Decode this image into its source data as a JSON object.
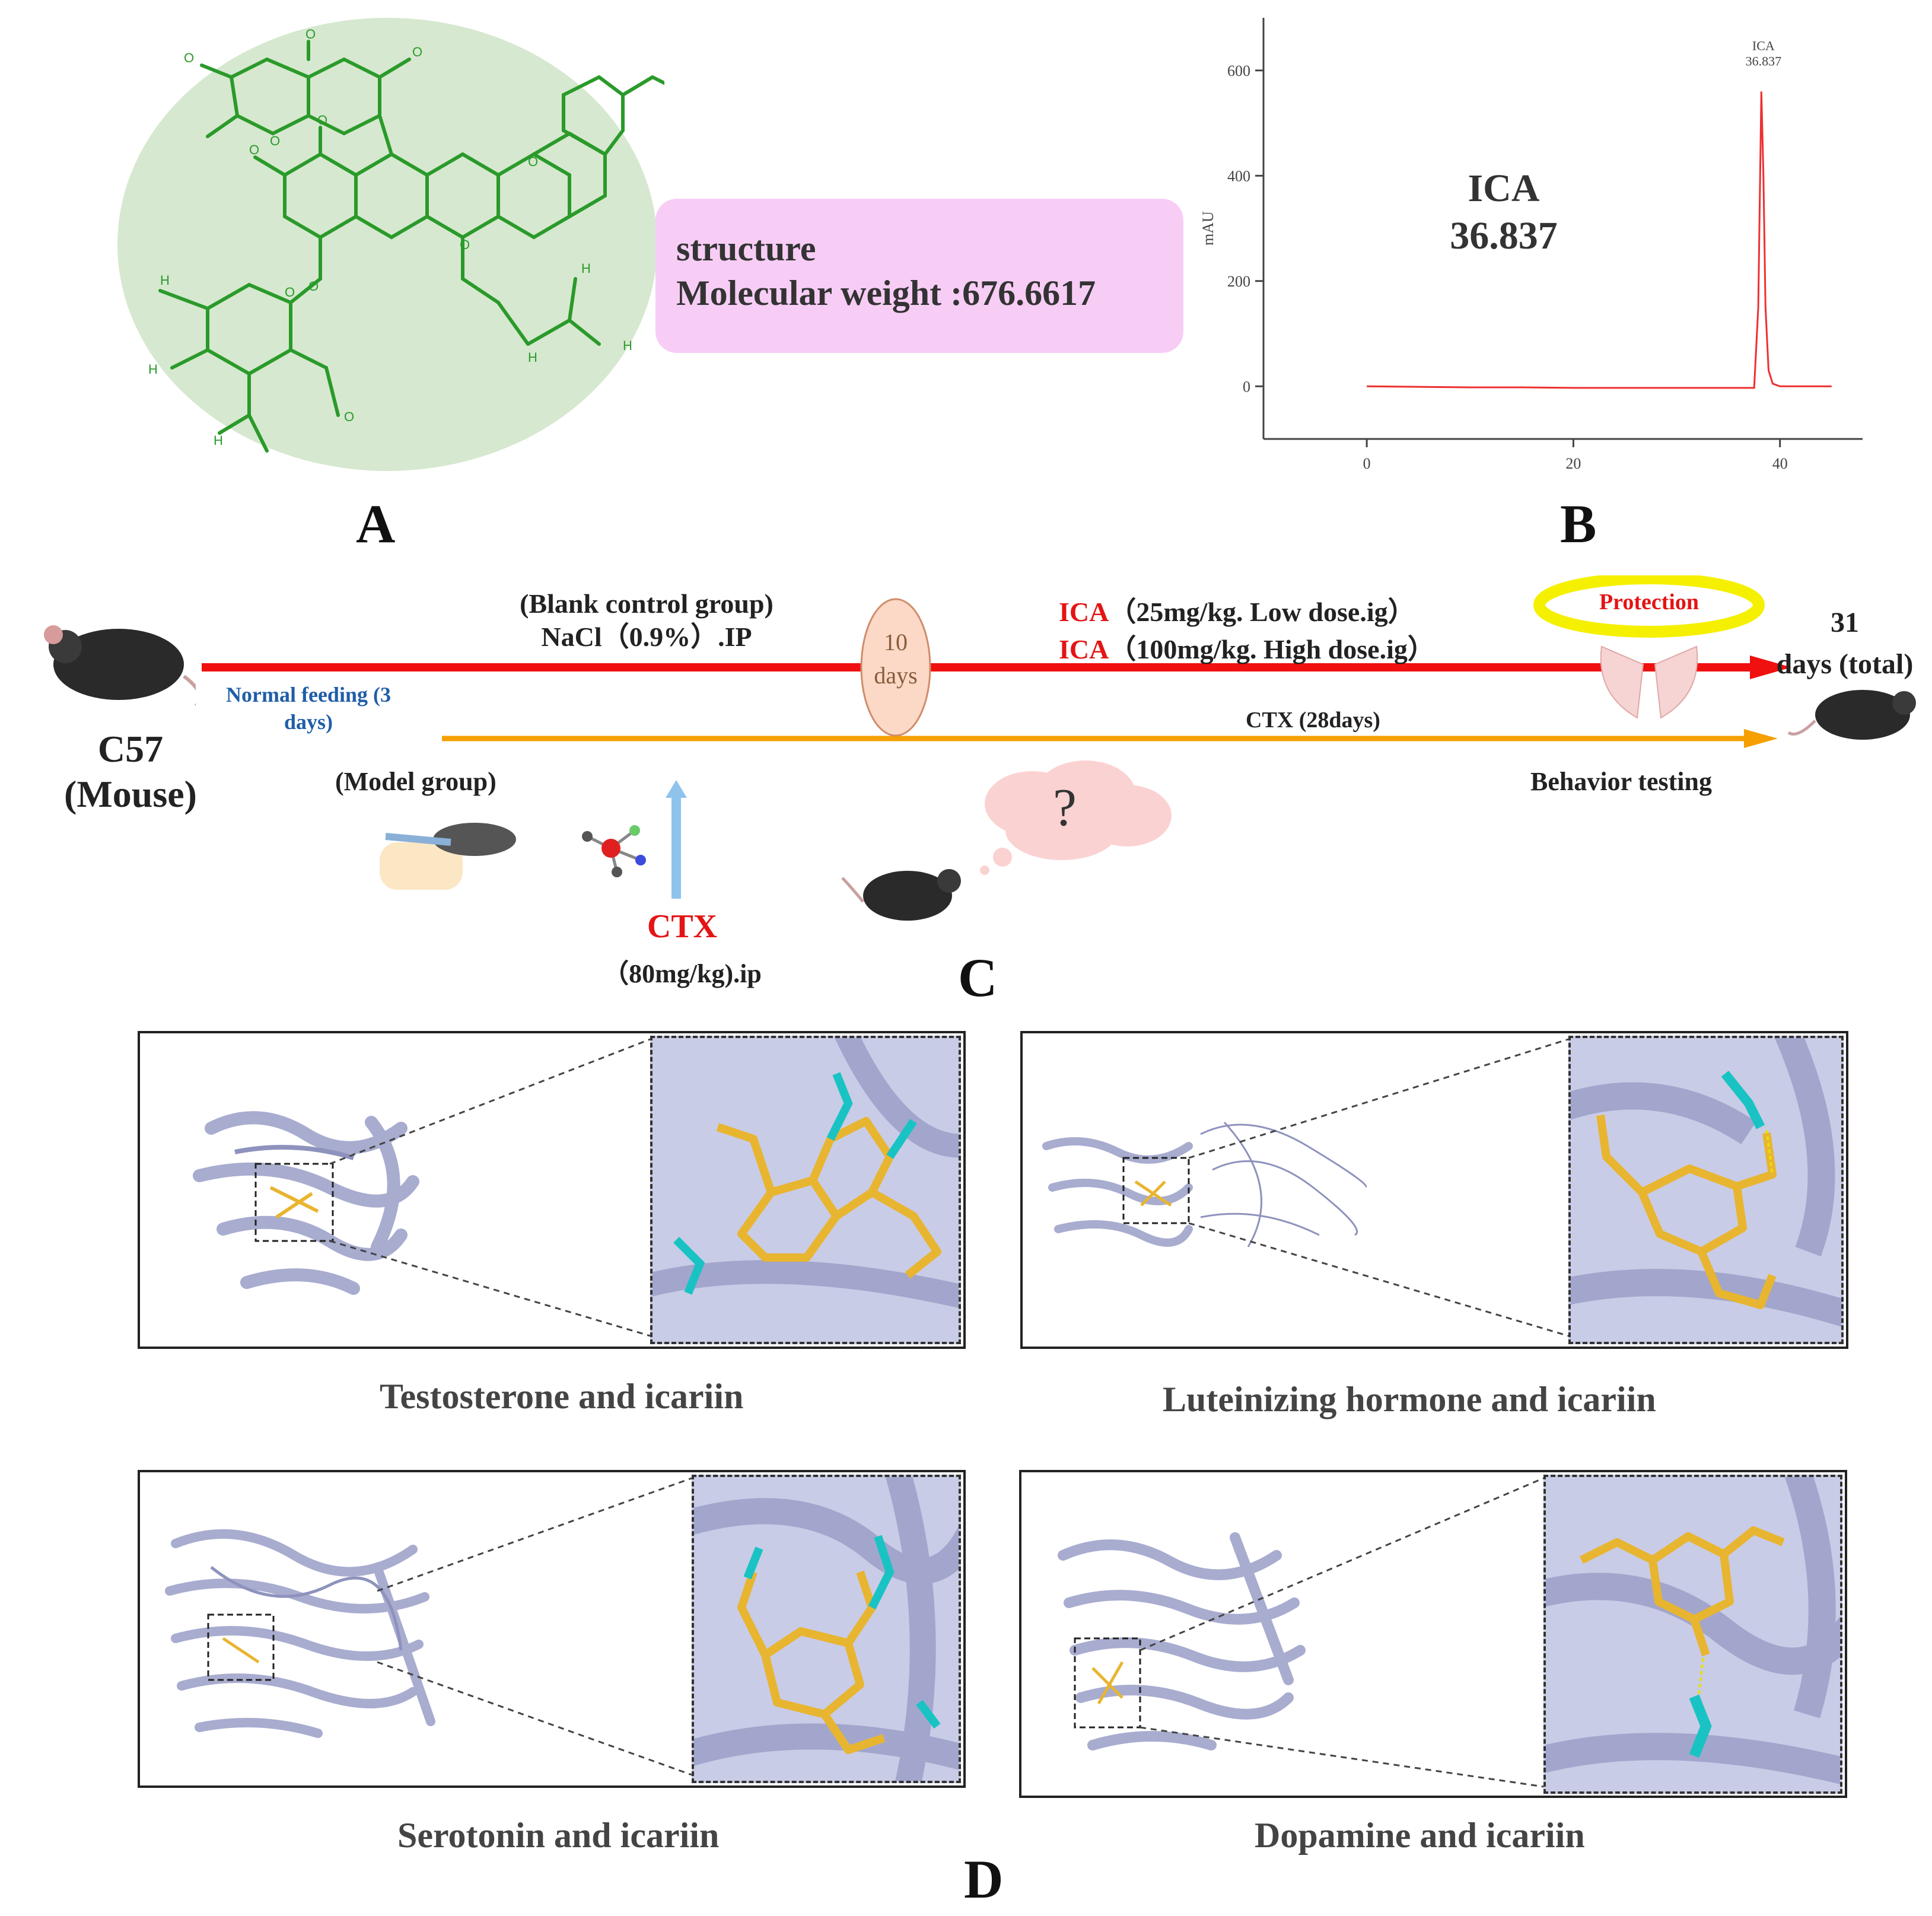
{
  "panel_a": {
    "letter": "A",
    "info_line1": "structure",
    "info_line2": "Molecular weight :676.6617"
  },
  "panel_b": {
    "letter": "B",
    "peak_label_line1": "ICA",
    "peak_label_line2": "36.837",
    "big_label_line1": "ICA",
    "big_label_line2": "36.837"
  },
  "chart_data": {
    "type": "line",
    "title": "",
    "xlabel": "",
    "ylabel": "mAU",
    "xlim": [
      -10,
      48
    ],
    "ylim": [
      -100,
      700
    ],
    "x_ticks": [
      0,
      20,
      40
    ],
    "y_ticks": [
      0,
      200,
      400,
      600
    ],
    "grid": false,
    "series": [
      {
        "x": [
          0,
          5,
          10,
          15,
          20,
          25,
          30,
          35,
          37.5,
          37.9,
          38.2,
          38.4,
          38.6,
          38.9,
          39.3,
          40,
          42,
          45
        ],
        "values": [
          0,
          -1,
          -2,
          -2,
          -3,
          -3,
          -3,
          -3,
          -3,
          150,
          560,
          400,
          150,
          30,
          5,
          0,
          0,
          0
        ]
      }
    ],
    "annotations": [
      {
        "x": 38.4,
        "y": 560,
        "text": "ICA 36.837"
      }
    ]
  },
  "panel_c": {
    "letter": "C",
    "mouse_strain_line1": "C57",
    "mouse_strain_line2": "(Mouse)",
    "blank_group_line1": "(Blank control group)",
    "blank_group_line2": "NaCl（0.9%）.IP",
    "normal_feeding_line1": "Normal feeding (3",
    "normal_feeding_line2": "days)",
    "ten_days_line1": "10",
    "ten_days_line2": "days",
    "ica_low_prefix": "ICA",
    "ica_low_text": "（25mg/kg. Low dose.ig）",
    "ica_high_prefix": "ICA",
    "ica_high_text": "（100mg/kg. High dose.ig）",
    "protection": "Protection",
    "total_days_line1": "31",
    "total_days_line2": "days (total)",
    "ctx_duration": "CTX (28days)",
    "model_group": "(Model group)",
    "behavior_testing": "Behavior testing",
    "ctx_label": "CTX",
    "ctx_dose": "（80mg/kg).ip",
    "question_mark": "?"
  },
  "panel_d": {
    "letter": "D",
    "captions": [
      "Testosterone and icariin",
      "Luteinizing hormone and icariin",
      "Serotonin and icariin",
      "Dopamine and icariin"
    ]
  },
  "colors": {
    "timeline_red": "#f01010",
    "timeline_orange": "#f5a000",
    "molecule_green": "#2a9a2a",
    "molecule_bg": "#d6e8cf",
    "info_box": "#f7cdf5",
    "protein": "#a8accf",
    "ligand": "#e8b530",
    "residue": "#19c3c3",
    "protection_ring": "#f5f000"
  }
}
